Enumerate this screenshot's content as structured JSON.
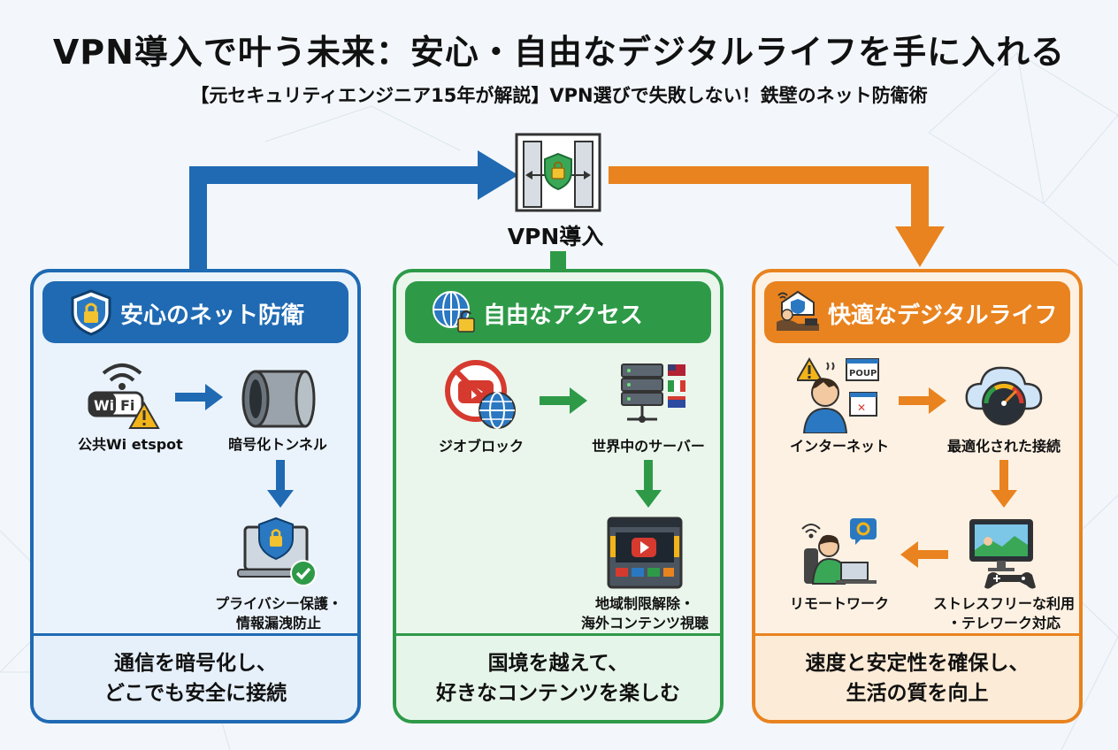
{
  "title": "VPN導入で叶う未来：安心・自由なデジタルライフを手に入れる",
  "subtitle": "【元セキュリティエンジニア15年が解説】VPN選びで失敗しない！鉄壁のネット防衛術",
  "center": {
    "label": "VPN導入",
    "icon": "vpn-gate-icon"
  },
  "colors": {
    "blue": "#1f6ab3",
    "green": "#2e9a48",
    "orange": "#e9831f"
  },
  "panels": {
    "security": {
      "title": "安心のネット防衛",
      "icon": "shield-lock-icon",
      "nodes": {
        "wifi": "公共Wi etspot",
        "tunnel": "暗号化トンネル",
        "privacy_line1": "プライバシー保護・",
        "privacy_line2": "情報漏洩防止"
      },
      "footer_line1": "通信を暗号化し、",
      "footer_line2": "どこでも安全に接続"
    },
    "access": {
      "title": "自由なアクセス",
      "icon": "globe-lock-icon",
      "nodes": {
        "geoblock": "ジオブロック",
        "servers": "世界中のサーバー",
        "unlock_line1": "地域制限解除・",
        "unlock_line2": "海外コンテンツ視聴"
      },
      "footer_line1": "国境を越えて、",
      "footer_line2": "好きなコンテンツを楽しむ"
    },
    "life": {
      "title": "快適なデジタルライフ",
      "icon": "home-relax-icon",
      "nodes": {
        "internet": "インターネット",
        "popup_text": "POUP",
        "optimized": "最適化された接続",
        "remote": "リモートワーク",
        "stressfree_line1": "ストレスフリーな利用",
        "stressfree_line2": "・テレワーク対応"
      },
      "footer_line1": "速度と安定性を確保し、",
      "footer_line2": "生活の質を向上"
    }
  }
}
